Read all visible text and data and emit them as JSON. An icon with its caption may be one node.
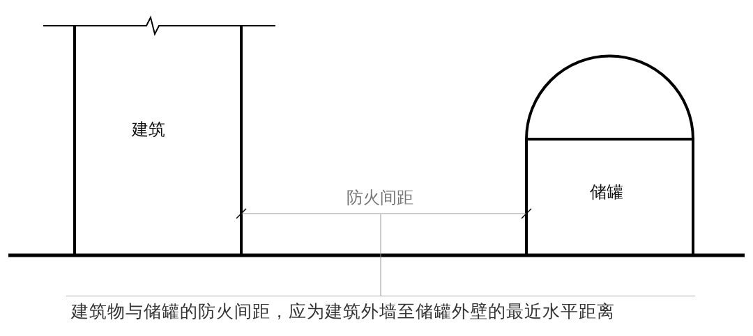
{
  "diagram": {
    "nodes": [
      {
        "text": [
          "建筑"
        ]
      },
      {
        "text": [
          "储罐"
        ]
      },
      {
        "text": [
          "建筑物与储罐的防火间距，应为建筑外墙至储罐外壁的最近水平距离"
        ]
      },
      {
        "text": [
          "防火间距"
        ]
      }
    ],
    "edges": [
      {
        "from": 2,
        "to": 3,
        "arrow": "none"
      }
    ]
  }
}
